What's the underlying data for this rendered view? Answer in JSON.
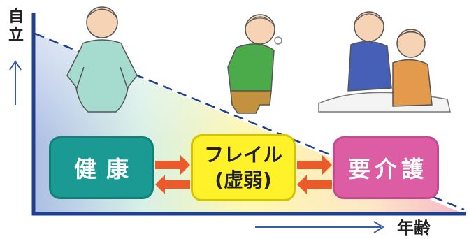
{
  "axes": {
    "y_label": "自立",
    "x_label": "年齢"
  },
  "stages": {
    "healthy": "健康",
    "frailty_line1": "フレイル",
    "frailty_line2": "(虚弱)",
    "care": "要介護"
  },
  "colors": {
    "healthy": "#1a9a92",
    "frailty": "#fff22a",
    "care": "#dd5da4",
    "arrow": "#ea5a2a",
    "axis": "#1f3f8f"
  }
}
